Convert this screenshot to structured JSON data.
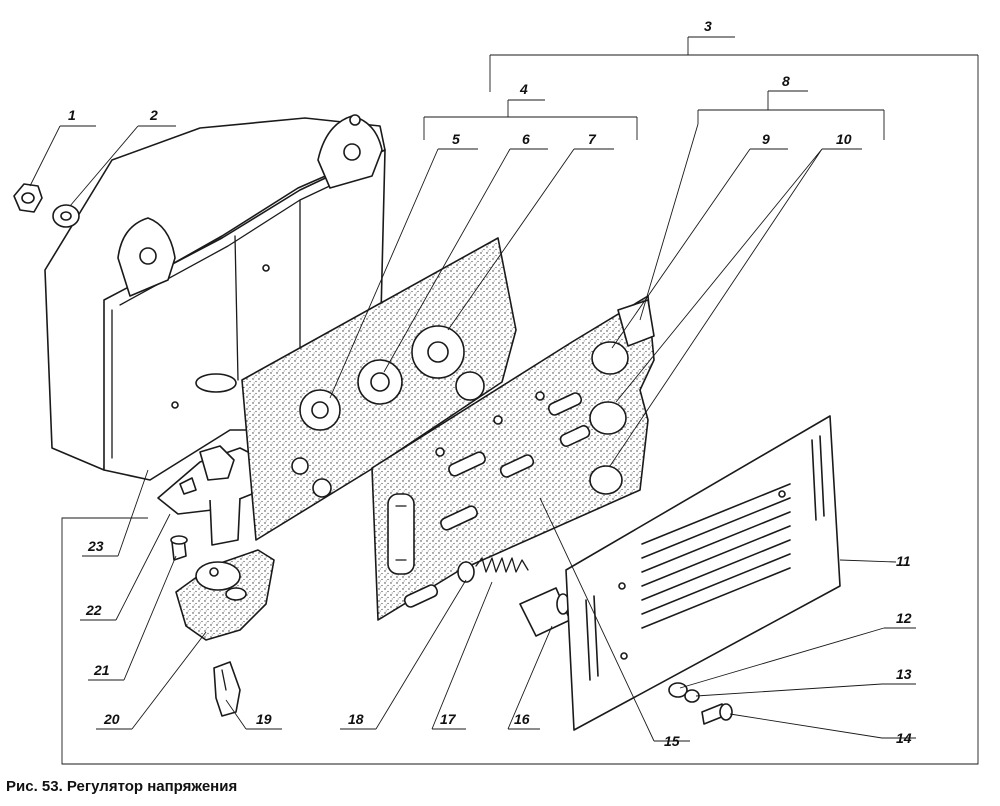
{
  "caption": "Рис. 53. Регулятор напряжения",
  "callouts": [
    "1",
    "2",
    "3",
    "4",
    "5",
    "6",
    "7",
    "8",
    "9",
    "10",
    "11",
    "12",
    "13",
    "14",
    "15",
    "16",
    "17",
    "18",
    "19",
    "20",
    "21",
    "22",
    "23"
  ]
}
